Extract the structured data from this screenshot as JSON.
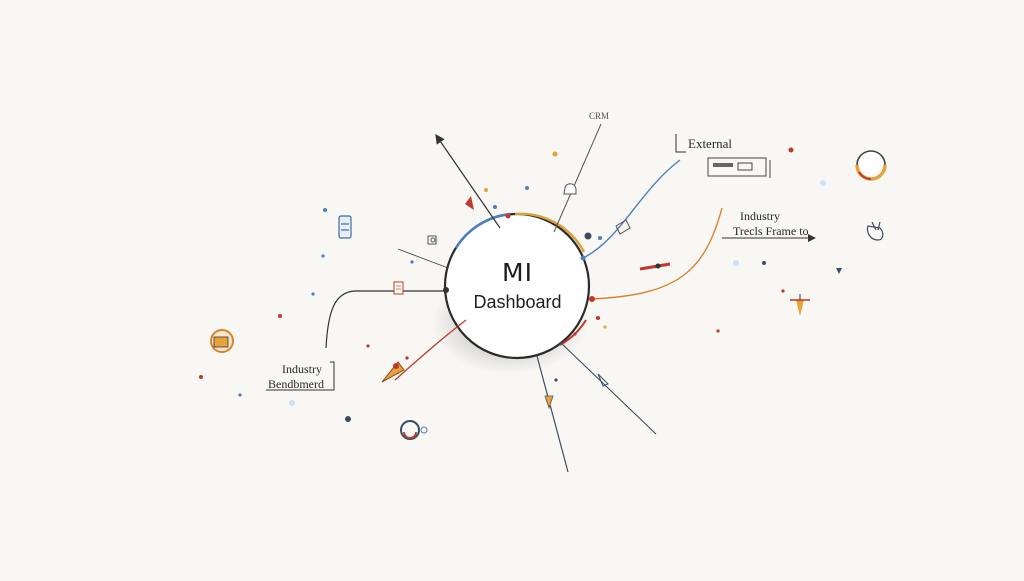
{
  "diagram": {
    "center": {
      "title": "MI",
      "subtitle": "Dashboard"
    },
    "labels": {
      "crm": "CRM",
      "external": "External",
      "industry_trends_line1": "Industry",
      "industry_trends_line2": "Trecls Frame to",
      "industry_benchmark_line1": "Industry",
      "industry_benchmark_line2": "Bendbmerd"
    },
    "colors": {
      "background": "#f8f7f4",
      "ink": "#2a2a2a",
      "accent_blue": "#4a7fc0",
      "accent_orange": "#d9822b",
      "accent_red": "#c0392b",
      "accent_gold": "#e8a23a"
    },
    "icons": [
      "document-icon",
      "puzzle-icon",
      "gear-icon",
      "shield-icon",
      "hand-icon",
      "dog-icon",
      "chart-card-icon",
      "database-icon",
      "magnifier-icon",
      "star-figure-icon",
      "rocket-icon"
    ]
  }
}
